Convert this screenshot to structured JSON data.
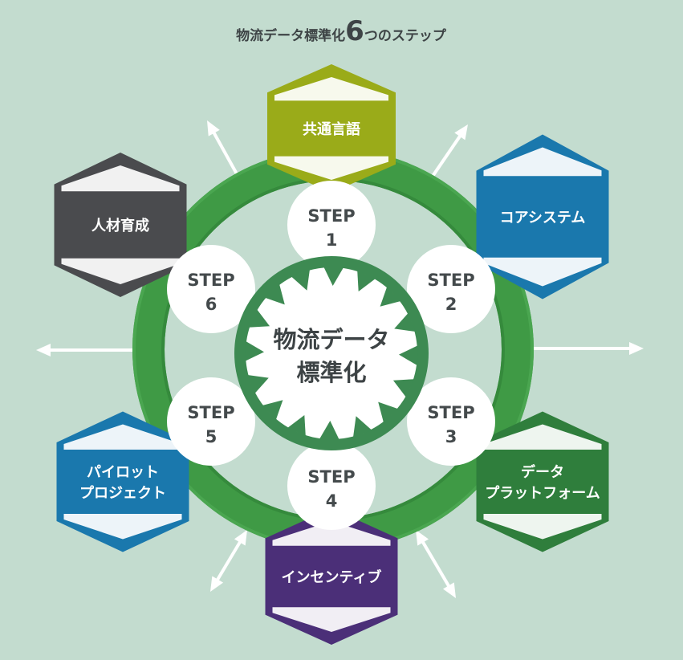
{
  "title": {
    "prefix": "物流データ標準化",
    "number": "6",
    "suffix": "つのステップ"
  },
  "center": {
    "line1": "物流データ",
    "line2": "標準化"
  },
  "steps": [
    {
      "word": "STEP",
      "num": "1"
    },
    {
      "word": "STEP",
      "num": "2"
    },
    {
      "word": "STEP",
      "num": "3"
    },
    {
      "word": "STEP",
      "num": "4"
    },
    {
      "word": "STEP",
      "num": "5"
    },
    {
      "word": "STEP",
      "num": "6"
    }
  ],
  "hexagons": [
    {
      "name": "common-language",
      "lines": [
        "共通言語"
      ],
      "color": "#9aab19"
    },
    {
      "name": "core-system",
      "lines": [
        "コアシステム"
      ],
      "color": "#1a78ad"
    },
    {
      "name": "data-platform",
      "lines": [
        "データ",
        "プラットフォーム"
      ],
      "color": "#2f7e3c"
    },
    {
      "name": "incentive",
      "lines": [
        "インセンティブ"
      ],
      "color": "#4b2f78"
    },
    {
      "name": "pilot-project",
      "lines": [
        "パイロット",
        "プロジェクト"
      ],
      "color": "#1a78ad"
    },
    {
      "name": "talent-development",
      "lines": [
        "人材育成"
      ],
      "color": "#4a4b4e"
    }
  ],
  "colors": {
    "background": "#c3dccf",
    "ring": "#3f9a45",
    "gear": "#3d8a52",
    "circle": "#ffffff",
    "arrow": "#ffffff"
  }
}
